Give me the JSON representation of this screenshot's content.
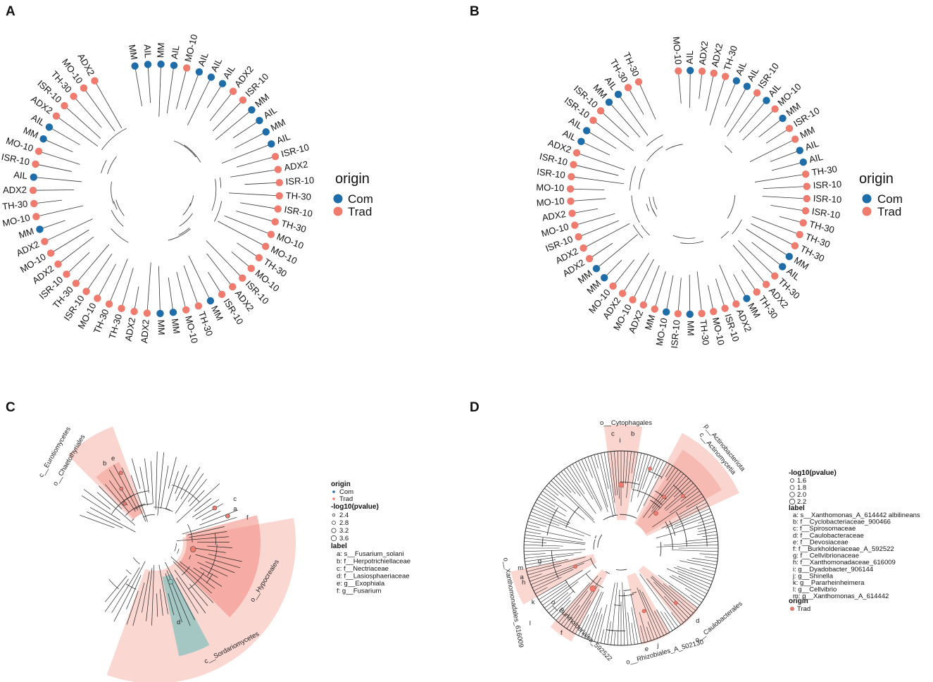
{
  "colors": {
    "com": "#1f6da8",
    "trad": "#ee7b6e",
    "teal": "#8fc3c0",
    "wedge": "#f7b7ad",
    "wedge_dark": "#f2897d"
  },
  "panels": {
    "A": {
      "letter": "A",
      "legend": {
        "title": "origin",
        "items": [
          "Com",
          "Trad"
        ]
      },
      "tips": [
        {
          "label": "MM",
          "o": "C"
        },
        {
          "label": "AIL",
          "o": "C"
        },
        {
          "label": "MM",
          "o": "C"
        },
        {
          "label": "AIL",
          "o": "C"
        },
        {
          "label": "MO-10",
          "o": "T"
        },
        {
          "label": "AIL",
          "o": "C"
        },
        {
          "label": "AIL",
          "o": "C"
        },
        {
          "label": "AIL",
          "o": "C"
        },
        {
          "label": "ADX2",
          "o": "T"
        },
        {
          "label": "ISR-10",
          "o": "T"
        },
        {
          "label": "MM",
          "o": "C"
        },
        {
          "label": "AIL",
          "o": "C"
        },
        {
          "label": "MM",
          "o": "C"
        },
        {
          "label": "AIL",
          "o": "C"
        },
        {
          "label": "ISR-10",
          "o": "T"
        },
        {
          "label": "ADX2",
          "o": "T"
        },
        {
          "label": "ISR-10",
          "o": "T"
        },
        {
          "label": "TH-30",
          "o": "T"
        },
        {
          "label": "ISR-10",
          "o": "T"
        },
        {
          "label": "TH-30",
          "o": "T"
        },
        {
          "label": "MO-10",
          "o": "T"
        },
        {
          "label": "MO-10",
          "o": "T"
        },
        {
          "label": "TH-30",
          "o": "T"
        },
        {
          "label": "MO-10",
          "o": "T"
        },
        {
          "label": "ISR-10",
          "o": "T"
        },
        {
          "label": "ADX2",
          "o": "T"
        },
        {
          "label": "ISR-10",
          "o": "T"
        },
        {
          "label": "MM",
          "o": "C"
        },
        {
          "label": "TH-30",
          "o": "T"
        },
        {
          "label": "MO-10",
          "o": "T"
        },
        {
          "label": "MM",
          "o": "C"
        },
        {
          "label": "MM",
          "o": "C"
        },
        {
          "label": "ADX2",
          "o": "T"
        },
        {
          "label": "ADX2",
          "o": "T"
        },
        {
          "label": "TH-30",
          "o": "T"
        },
        {
          "label": "TH-30",
          "o": "T"
        },
        {
          "label": "MO-10",
          "o": "T"
        },
        {
          "label": "ISR-10",
          "o": "T"
        },
        {
          "label": "TH-30",
          "o": "T"
        },
        {
          "label": "ISR-10",
          "o": "T"
        },
        {
          "label": "ADX2",
          "o": "T"
        },
        {
          "label": "MO-10",
          "o": "T"
        },
        {
          "label": "ADX2",
          "o": "T"
        },
        {
          "label": "MM",
          "o": "C"
        },
        {
          "label": "MO-10",
          "o": "T"
        },
        {
          "label": "TH-30",
          "o": "T"
        },
        {
          "label": "ADX2",
          "o": "T"
        },
        {
          "label": "AIL",
          "o": "C"
        },
        {
          "label": "ISR-10",
          "o": "T"
        },
        {
          "label": "MO-10",
          "o": "T"
        },
        {
          "label": "MM",
          "o": "C"
        },
        {
          "label": "AIL",
          "o": "C"
        },
        {
          "label": "ADX2",
          "o": "T"
        },
        {
          "label": "ISR-10",
          "o": "T"
        },
        {
          "label": "TH-30",
          "o": "T"
        },
        {
          "label": "MO-10",
          "o": "T"
        },
        {
          "label": "ADX2",
          "o": "T"
        }
      ]
    },
    "B": {
      "letter": "B",
      "legend": {
        "title": "origin",
        "items": [
          "Com",
          "Trad"
        ]
      },
      "tips": [
        {
          "label": "MO-10",
          "o": "T"
        },
        {
          "label": "AIL",
          "o": "C"
        },
        {
          "label": "ADX2",
          "o": "T"
        },
        {
          "label": "ADX2",
          "o": "T"
        },
        {
          "label": "TH-30",
          "o": "T"
        },
        {
          "label": "AIL",
          "o": "C"
        },
        {
          "label": "AIL",
          "o": "C"
        },
        {
          "label": "ISR-10",
          "o": "T"
        },
        {
          "label": "AIL",
          "o": "C"
        },
        {
          "label": "MO-10",
          "o": "T"
        },
        {
          "label": "MM",
          "o": "C"
        },
        {
          "label": "ISR-10",
          "o": "T"
        },
        {
          "label": "MM",
          "o": "T"
        },
        {
          "label": "AIL",
          "o": "C"
        },
        {
          "label": "AIL",
          "o": "C"
        },
        {
          "label": "TH-30",
          "o": "T"
        },
        {
          "label": "ISR-10",
          "o": "T"
        },
        {
          "label": "ISR-10",
          "o": "T"
        },
        {
          "label": "ISR-10",
          "o": "T"
        },
        {
          "label": "TH-30",
          "o": "T"
        },
        {
          "label": "TH-30",
          "o": "T"
        },
        {
          "label": "TH-30",
          "o": "T"
        },
        {
          "label": "MM",
          "o": "C"
        },
        {
          "label": "AIL",
          "o": "C"
        },
        {
          "label": "TH-30",
          "o": "T"
        },
        {
          "label": "ADX2",
          "o": "T"
        },
        {
          "label": "TH-30",
          "o": "T"
        },
        {
          "label": "MM",
          "o": "C"
        },
        {
          "label": "ADX2",
          "o": "T"
        },
        {
          "label": "ISR-10",
          "o": "T"
        },
        {
          "label": "MO-10",
          "o": "T"
        },
        {
          "label": "TH-30",
          "o": "T"
        },
        {
          "label": "MM",
          "o": "C"
        },
        {
          "label": "ISR-10",
          "o": "T"
        },
        {
          "label": "MO-10",
          "o": "C"
        },
        {
          "label": "MM",
          "o": "T"
        },
        {
          "label": "ADX2",
          "o": "T"
        },
        {
          "label": "MO-10",
          "o": "T"
        },
        {
          "label": "ADX2",
          "o": "T"
        },
        {
          "label": "MO-10",
          "o": "T"
        },
        {
          "label": "MM",
          "o": "C"
        },
        {
          "label": "MM",
          "o": "C"
        },
        {
          "label": "ADX2",
          "o": "T"
        },
        {
          "label": "ADX2",
          "o": "T"
        },
        {
          "label": "ISR-10",
          "o": "T"
        },
        {
          "label": "MO-10",
          "o": "T"
        },
        {
          "label": "ADX2",
          "o": "T"
        },
        {
          "label": "MO-10",
          "o": "T"
        },
        {
          "label": "MO-10",
          "o": "T"
        },
        {
          "label": "ISR-10",
          "o": "T"
        },
        {
          "label": "ISR-10",
          "o": "T"
        },
        {
          "label": "ADX2",
          "o": "T"
        },
        {
          "label": "AIL",
          "o": "C"
        },
        {
          "label": "AIL",
          "o": "C"
        },
        {
          "label": "ISR-10",
          "o": "T"
        },
        {
          "label": "ISR-10",
          "o": "T"
        },
        {
          "label": "MM",
          "o": "C"
        },
        {
          "label": "AIL",
          "o": "C"
        },
        {
          "label": "TH-30",
          "o": "T"
        },
        {
          "label": "TH-30",
          "o": "T"
        }
      ]
    },
    "C": {
      "letter": "C",
      "clades": [
        {
          "label": "c__Eurotiomycetes"
        },
        {
          "label": "o__Chaetothyriales"
        },
        {
          "label": "o__Hypocreales"
        },
        {
          "label": "c__Sordariomycetes"
        }
      ],
      "node_letters": [
        "a",
        "b",
        "c",
        "d",
        "e",
        "f"
      ],
      "legend": {
        "origin_title": "origin",
        "origin_items": [
          "Com",
          "Trad"
        ],
        "p_title": "-log10(pvalue)",
        "p_items": [
          "2.4",
          "2.8",
          "3.2",
          "3.6"
        ],
        "label_title": "label",
        "label_items": [
          "a: s__Fusarium_solani",
          "b: f__Herpotrichiellaceae",
          "c: f__Nectriaceae",
          "d: f__Lasiosphaeriaceae",
          "e: g__Exophiala",
          "f: g__Fusarium"
        ]
      }
    },
    "D": {
      "letter": "D",
      "clades": [
        {
          "label": "o__Cytophagales"
        },
        {
          "label": "p__Actinobacteriota"
        },
        {
          "label": "c__Actinomycetia"
        },
        {
          "label": "o__Xanthomonadales_616009"
        },
        {
          "label": "o__Burkholderiales_592522"
        },
        {
          "label": "o__Rhizobiales_A_502130"
        },
        {
          "label": "o__Caulobacterales"
        }
      ],
      "node_letters": [
        "a",
        "b",
        "c",
        "d",
        "e",
        "f",
        "g",
        "h",
        "i",
        "j",
        "k",
        "l",
        "m"
      ],
      "legend": {
        "p_title": "-log10(pvalue)",
        "p_items": [
          "1.6",
          "1.8",
          "2.0",
          "2.2"
        ],
        "label_title": "label",
        "label_items": [
          "a: s__Xanthomonas_A_614442 albilineans",
          "b: f__Cyclobacteriaceae_900466",
          "c: f__Spirosomaceae",
          "d: f__Caulobacteraceae",
          "e: f__Devosiaceae",
          "f: f__Burkholderiaceae_A_592522",
          "g: f__Cellvibrionaceae",
          "h: f__Xanthomonadaceae_616009",
          "i: g__Dyadobacter_906144",
          "j: g__Shinella",
          "k: g__Pararheinheimera",
          "l: g__Cellvibrio",
          "m: g__Xanthomonas_A_614442"
        ],
        "origin_title": "origin",
        "origin_items": [
          "Trad"
        ]
      }
    }
  }
}
